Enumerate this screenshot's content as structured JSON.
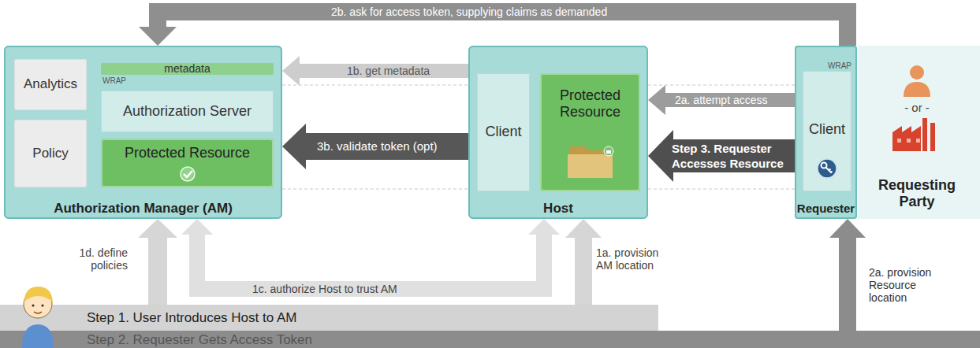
{
  "diagram": {
    "nodes": [
      {
        "text": [
          "Authorization Manager (AM)"
        ]
      },
      {
        "text": [
          "Analytics"
        ],
        "in": 0
      },
      {
        "text": [
          "Policy"
        ],
        "in": 0
      },
      {
        "text": [
          "metadata"
        ],
        "in": 0
      },
      {
        "text": [
          "Authorization Server"
        ],
        "in": 0
      },
      {
        "text": [
          "Protected Resource"
        ],
        "in": 0
      },
      {
        "text": [
          "Host"
        ]
      },
      {
        "text": [
          "Client"
        ],
        "in": 6
      },
      {
        "text": [
          "Protected Resource"
        ],
        "in": 6
      },
      {
        "text": [
          "Requester"
        ]
      },
      {
        "text": [
          "Client"
        ],
        "in": 9
      },
      {
        "text": [
          "- or -",
          "Requesting Party"
        ]
      },
      {
        "text": [
          "Step 1. User Introduces Host to AM"
        ]
      },
      {
        "text": [
          "Step 2. Requester Gets Access Token"
        ]
      }
    ],
    "edges": [
      {
        "from": 9,
        "to": 0,
        "arrow": "to",
        "label": "2b. ask for access token, supplying claims as demanded"
      },
      {
        "from": 6,
        "to": 0,
        "arrow": "to",
        "label": "1b. get metadata"
      },
      {
        "from": 6,
        "to": 0,
        "arrow": "to",
        "label": "3b. validate token (opt)"
      },
      {
        "from": 9,
        "to": 6,
        "arrow": "to",
        "label": "2a. attempt access"
      },
      {
        "from": 9,
        "to": 6,
        "arrow": "to",
        "label": "Step 3. Requester Accesses Resource"
      },
      {
        "from": 12,
        "to": 0,
        "arrow": "to",
        "label": "1d. define policies"
      },
      {
        "from": 0,
        "to": 6,
        "arrow": "both",
        "label": "1c. authorize Host to trust AM"
      },
      {
        "from": 12,
        "to": 6,
        "arrow": "to",
        "label": "1a. provision AM location"
      },
      {
        "from": 13,
        "to": 9,
        "arrow": "to",
        "label": "2a. provision Resource location"
      }
    ],
    "labels": [
      "WRAP",
      "WRAP"
    ]
  }
}
